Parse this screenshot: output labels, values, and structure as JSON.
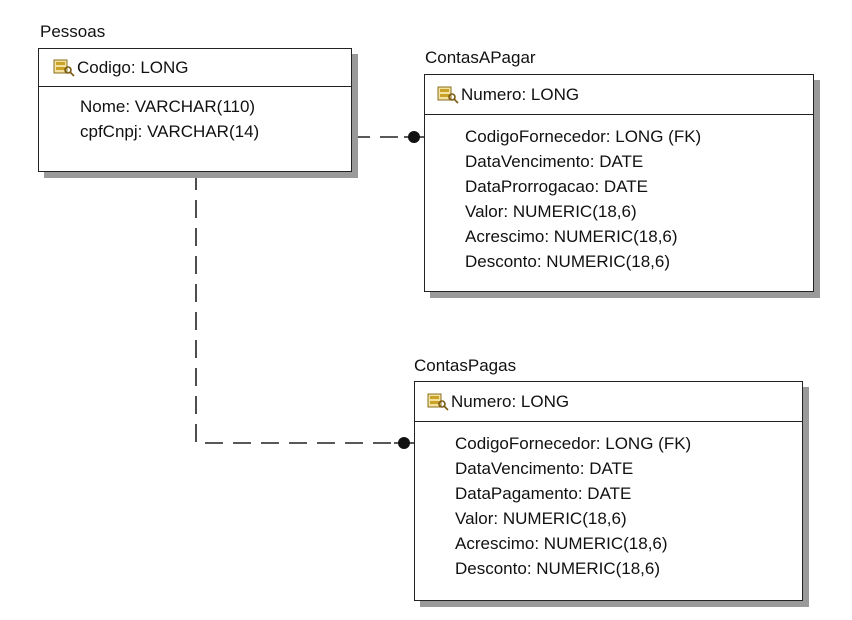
{
  "entities": {
    "pessoas": {
      "name": "Pessoas",
      "pk": "Codigo: LONG",
      "attributes": [
        "Nome: VARCHAR(110)",
        "cpfCnpj: VARCHAR(14)"
      ]
    },
    "contas_a_pagar": {
      "name": "ContasAPagar",
      "pk": "Numero: LONG",
      "attributes": [
        "CodigoFornecedor: LONG (FK)",
        "DataVencimento: DATE",
        "DataProrrogacao: DATE",
        "Valor: NUMERIC(18,6)",
        "Acrescimo: NUMERIC(18,6)",
        "Desconto: NUMERIC(18,6)"
      ]
    },
    "contas_pagas": {
      "name": "ContasPagas",
      "pk": "Numero: LONG",
      "attributes": [
        "CodigoFornecedor: LONG (FK)",
        "DataVencimento: DATE",
        "DataPagamento: DATE",
        "Valor: NUMERIC(18,6)",
        "Acrescimo: NUMERIC(18,6)",
        "Desconto: NUMERIC(18,6)"
      ]
    }
  },
  "relationships": [
    {
      "from": "Pessoas",
      "to": "ContasAPagar",
      "style": "dashed",
      "end": "filled-dot"
    },
    {
      "from": "Pessoas",
      "to": "ContasPagas",
      "style": "dashed",
      "end": "filled-dot"
    }
  ],
  "icons": {
    "primary_key": "key-icon"
  },
  "colors": {
    "border": "#222222",
    "shadow": "#9a9a9a",
    "icon": "#c9a227"
  }
}
